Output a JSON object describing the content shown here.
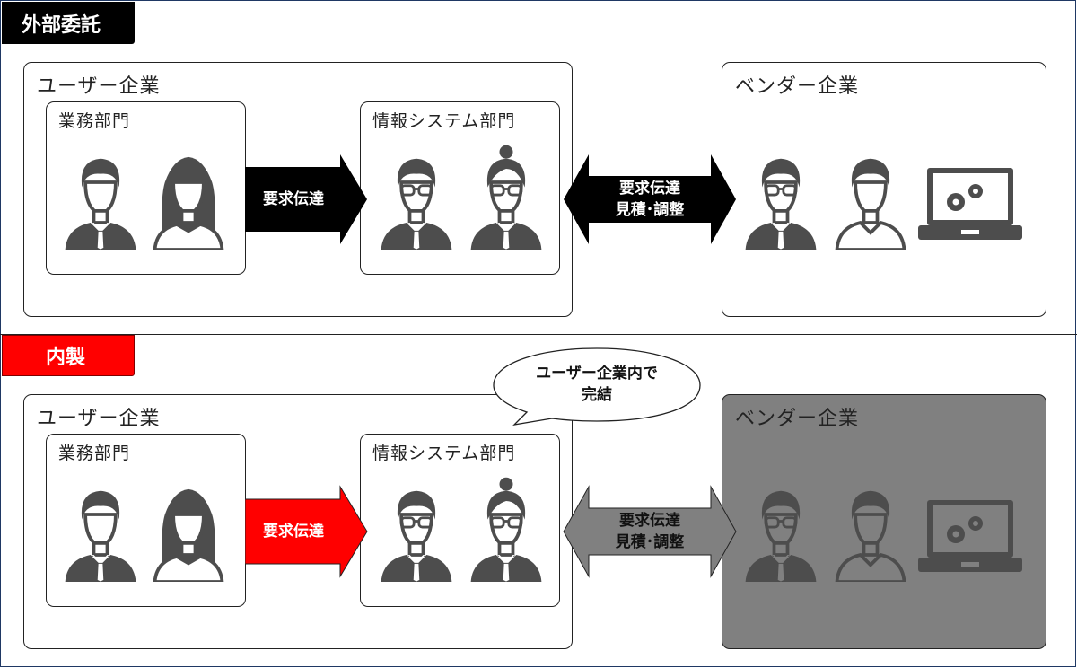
{
  "sections": [
    {
      "tag": "外部委託",
      "tag_color": "#000000",
      "user_company": {
        "label": "ユーザー企業",
        "business_dept": {
          "label": "業務部門"
        },
        "it_dept": {
          "label": "情報システム部門"
        }
      },
      "inner_arrow": {
        "label": "要求伝達",
        "color": "#000000"
      },
      "double_arrow": {
        "line1": "要求伝達",
        "line2": "見積･調整",
        "color": "#000000"
      },
      "vendor_company": {
        "label": "ベンダー企業",
        "background": "#ffffff"
      }
    },
    {
      "tag": "内製",
      "tag_color": "#ff0000",
      "user_company": {
        "label": "ユーザー企業",
        "business_dept": {
          "label": "業務部門"
        },
        "it_dept": {
          "label": "情報システム部門"
        }
      },
      "inner_arrow": {
        "label": "要求伝達",
        "color": "#ff0000"
      },
      "double_arrow": {
        "line1": "要求伝達",
        "line2": "見積･調整",
        "color": "#808080"
      },
      "vendor_company": {
        "label": "ベンダー企業",
        "background": "#808080"
      },
      "callout": {
        "line1": "ユーザー企業内で",
        "line2": "完結"
      }
    }
  ],
  "colors": {
    "icon": "#4d4d4d",
    "frame": "#1f3864"
  }
}
